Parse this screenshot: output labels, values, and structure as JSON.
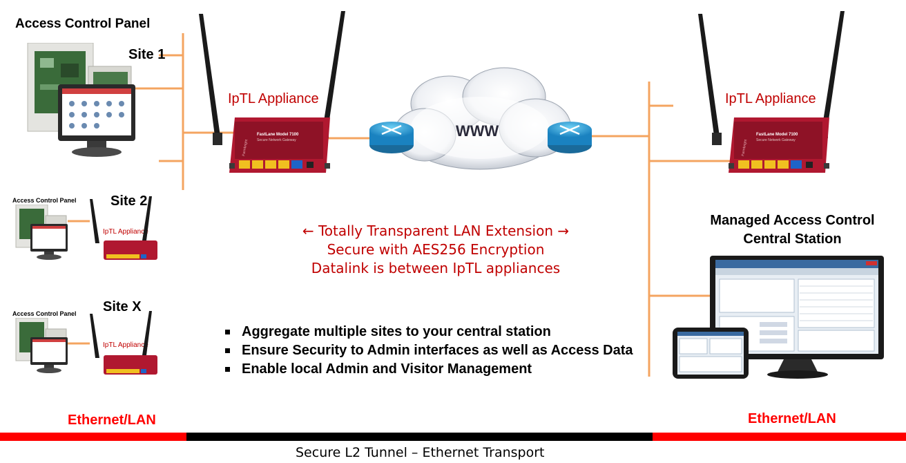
{
  "site1": {
    "panel_title": "Access Control Panel",
    "site_label": "Site 1",
    "appliance_label": "IpTL Appliance"
  },
  "site2": {
    "panel_title": "Access Control Panel",
    "site_label": "Site 2",
    "appliance_label": "IpTL Appliance"
  },
  "siteX": {
    "panel_title": "Access Control Panel",
    "site_label": "Site X",
    "appliance_label": "IpTL Appliance"
  },
  "cloud": {
    "label": "WWW"
  },
  "central": {
    "appliance_label": "IpTL Appliance",
    "title_line1": "Managed Access Control",
    "title_line2": "Central Station"
  },
  "device_text": {
    "brand": "FastLane Model 7100",
    "sub": "Secure Network Gateway",
    "vendor": "Farmbright"
  },
  "features": {
    "line1": "← Totally Transparent LAN Extension →",
    "line2": "Secure with AES256 Encryption",
    "line3": "Datalink is between IpTL appliances"
  },
  "bullets": [
    "Aggregate multiple sites to your central station",
    "Ensure Security to Admin interfaces as well as Access Data",
    "Enable local Admin and Visitor Management"
  ],
  "footer": {
    "left_label": "Ethernet/LAN",
    "right_label": "Ethernet/LAN",
    "tunnel_label": "Secure L2 Tunnel – Ethernet Transport"
  },
  "colors": {
    "line_orange": "#f4a460",
    "accent_red": "#c00000",
    "bar_red": "#ff0000",
    "bar_black": "#000000",
    "device_red": "#b01830",
    "port_yellow": "#f0c020",
    "port_blue": "#1e64c8",
    "router_blue": "#29a0d8"
  }
}
